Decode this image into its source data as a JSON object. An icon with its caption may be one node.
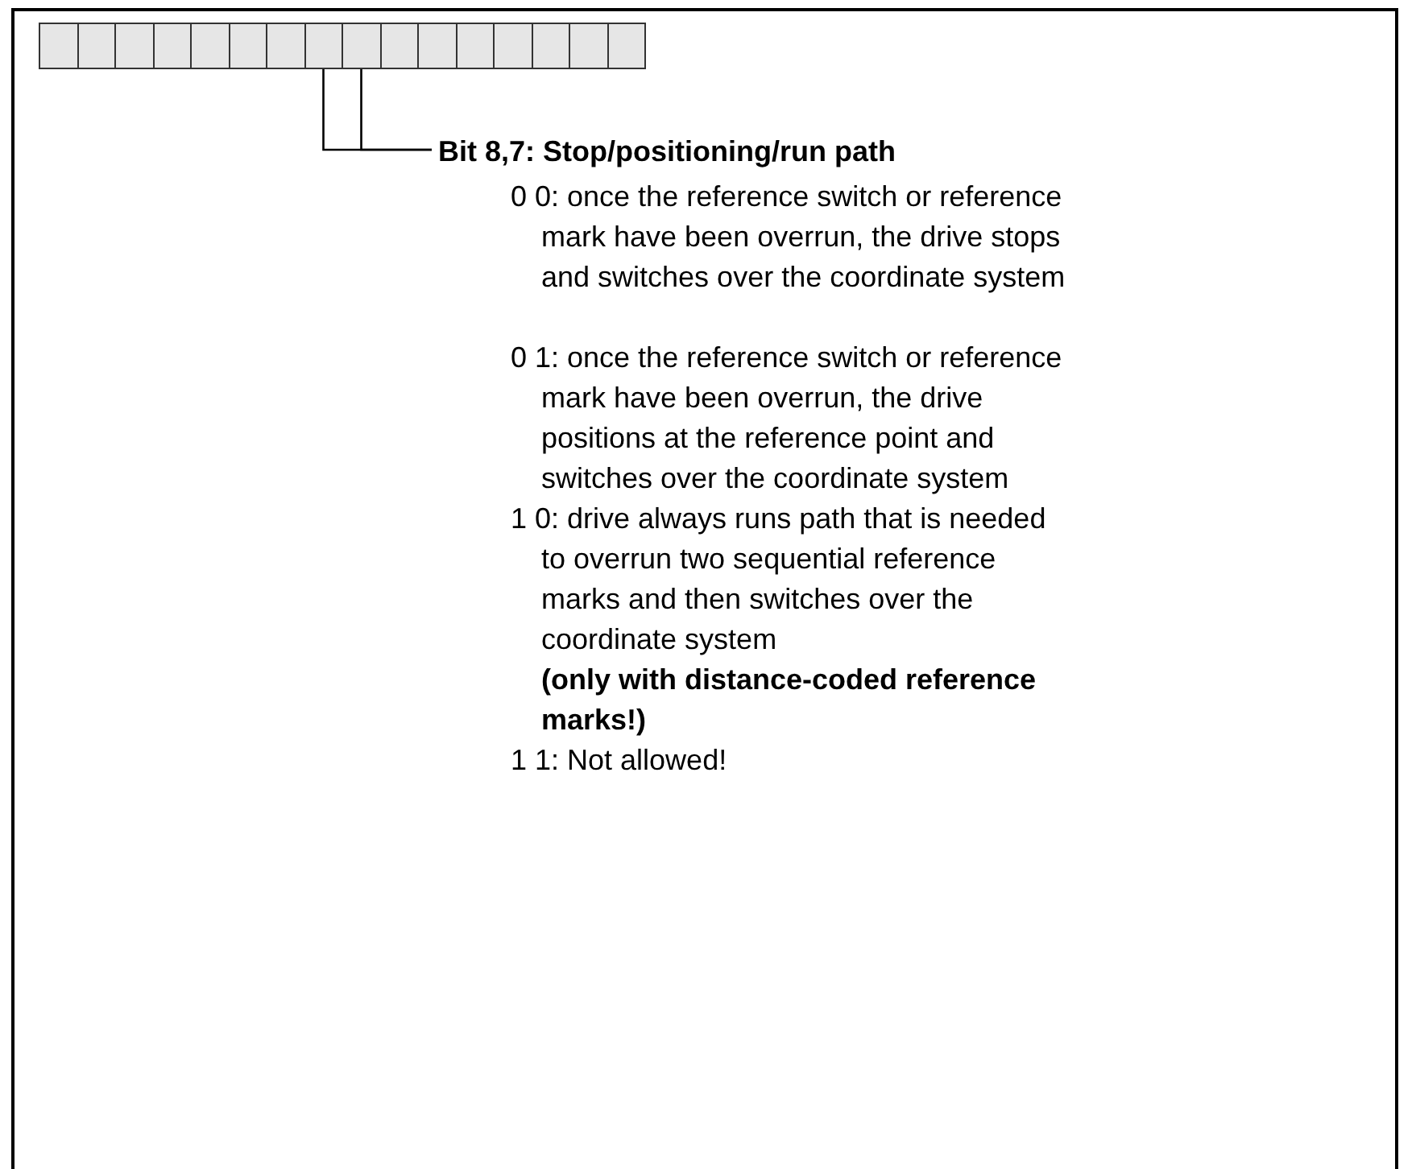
{
  "diagram": {
    "nodes": [
      {
        "text": [],
        "shape": "box"
      },
      {
        "text": [],
        "shape": "box"
      },
      {
        "text": [],
        "shape": "box"
      },
      {
        "text": [],
        "shape": "box"
      },
      {
        "text": [],
        "shape": "box"
      },
      {
        "text": [],
        "shape": "box"
      },
      {
        "text": [],
        "shape": "box"
      },
      {
        "text": [],
        "shape": "box"
      },
      {
        "text": [],
        "shape": "box"
      },
      {
        "text": [],
        "shape": "box"
      },
      {
        "text": [],
        "shape": "box"
      },
      {
        "text": [],
        "shape": "box"
      },
      {
        "text": [],
        "shape": "box"
      },
      {
        "text": [],
        "shape": "box"
      },
      {
        "text": [],
        "shape": "box"
      },
      {
        "text": [],
        "shape": "box"
      },
      {
        "text": [
          "Bit 8,7: Stop/positioning/run path"
        ]
      }
    ],
    "edges": [
      {
        "from": 7,
        "to": 16,
        "arrow": "none"
      },
      {
        "from": 8,
        "to": 16,
        "arrow": "none"
      }
    ],
    "labels": [
      "0 0: once the reference switch or reference mark have been overrun, the drive stops and switches over the coordinate system",
      "0 1: once the reference switch or reference mark have been overrun, the drive positions at the reference point and switches over the coordinate system",
      "1 0: drive always runs path that is needed to overrun two sequential reference marks and then switches over the coordinate system",
      "(only with distance-coded reference marks!)",
      "1 1: Not allowed!"
    ]
  }
}
